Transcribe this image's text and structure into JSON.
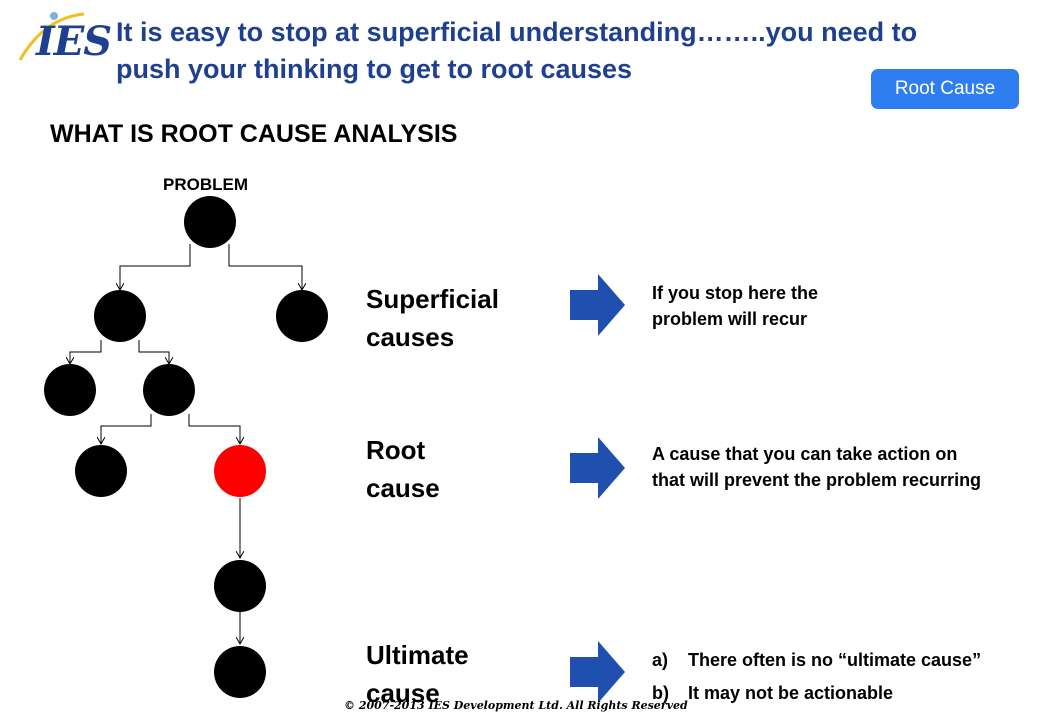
{
  "header": {
    "logo_text": "IES",
    "headline": "It is easy to stop at superficial understanding……..you need to push your thinking to get to root causes",
    "button_label": "Root Cause",
    "brand_color": "#1f3f8f",
    "button_color": "#2f7ef0"
  },
  "section_title": "WHAT IS ROOT CAUSE ANALYSIS",
  "diagram": {
    "problem_label": "PROBLEM",
    "root_node_color": "#ff0000",
    "node_color": "#000000"
  },
  "stages": [
    {
      "title_line1": "Superficial",
      "title_line2": "causes",
      "description_line1": "If you stop here the",
      "description_line2": "problem will recur"
    },
    {
      "title_line1": "Root",
      "title_line2": "cause",
      "description_line1": "A cause that you can take action on",
      "description_line2": "that will prevent the problem recurring"
    },
    {
      "title_line1": "Ultimate",
      "title_line2": "cause",
      "points": [
        {
          "marker": "a)",
          "text": "There often is no “ultimate cause”"
        },
        {
          "marker": "b)",
          "text": "It may not be actionable"
        }
      ]
    }
  ],
  "footer": "© 2007-2013 IES Development Ltd.  All Rights Reserved"
}
